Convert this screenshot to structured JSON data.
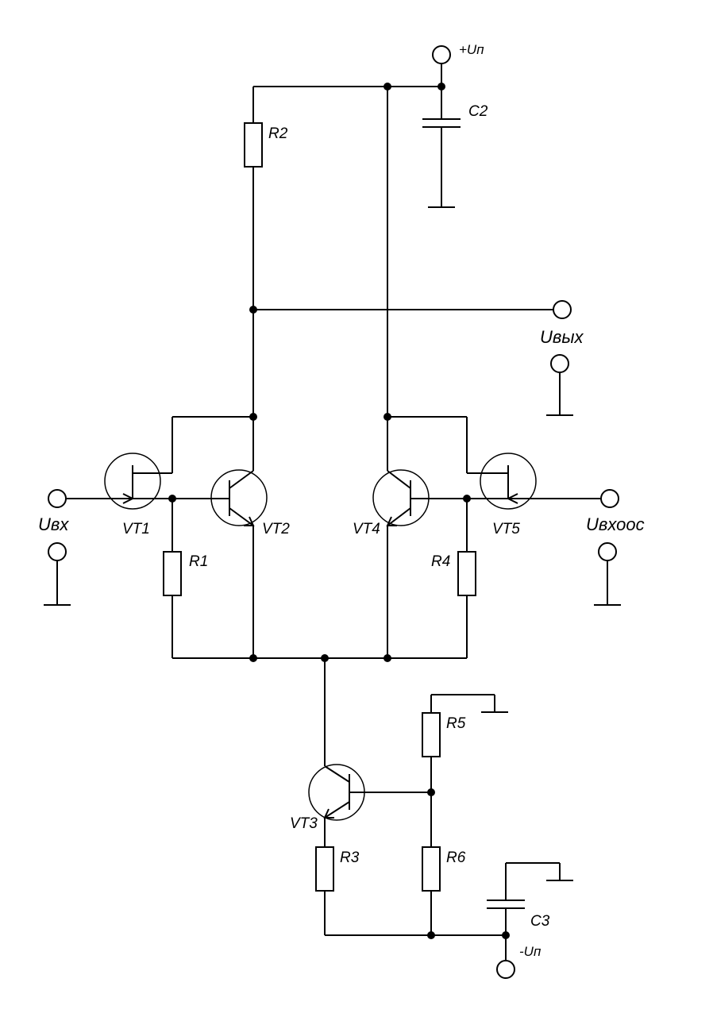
{
  "labels": {
    "vplus": "+Uп",
    "vminus": "-Uп",
    "c2": "C2",
    "c3": "C3",
    "r1": "R1",
    "r2": "R2",
    "r3": "R3",
    "r4": "R4",
    "r5": "R5",
    "r6": "R6",
    "vt1": "VT1",
    "vt2": "VT2",
    "vt3": "VT3",
    "vt4": "VT4",
    "vt5": "VT5",
    "uin": "Uвх",
    "uout": "Uвых",
    "ufb": "Uвхоос"
  }
}
